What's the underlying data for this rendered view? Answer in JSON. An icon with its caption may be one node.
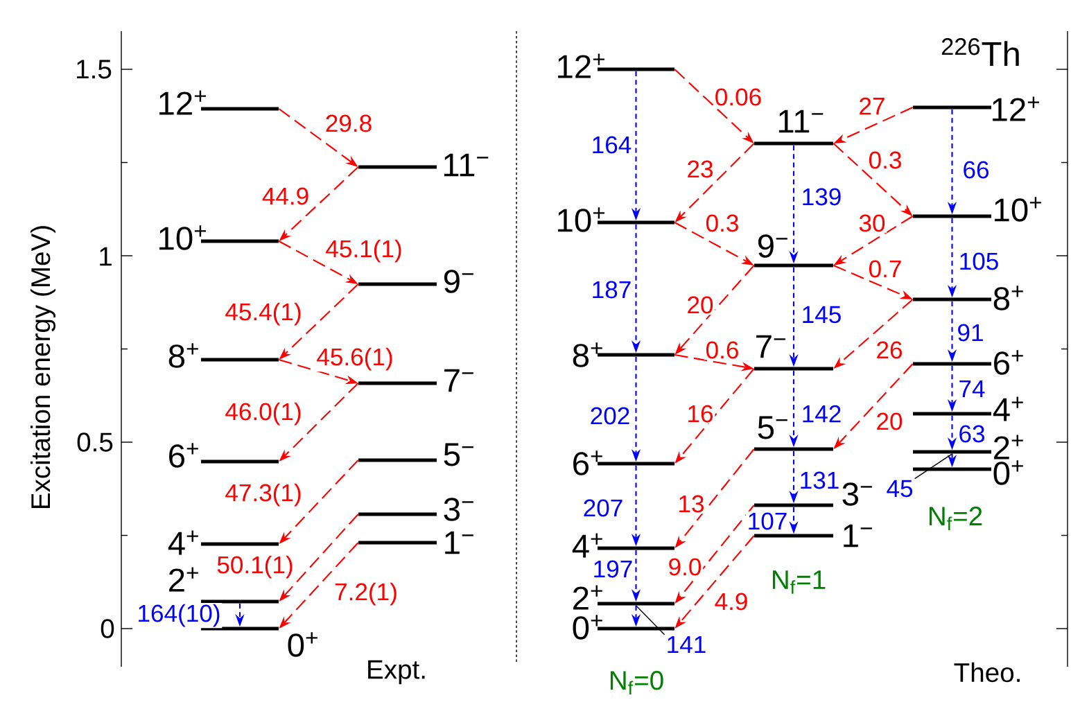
{
  "diagram": {
    "title": "$^{226}$Th",
    "nodes": [
      {
        "text": [
          "12$^{+}$"
        ]
      },
      {
        "text": [
          "11$^{−}$"
        ]
      },
      {
        "text": [
          "10$^{+}$"
        ]
      },
      {
        "text": [
          "9$^{−}$"
        ]
      },
      {
        "text": [
          "8$^{+}$"
        ]
      },
      {
        "text": [
          "7$^{−}$"
        ]
      },
      {
        "text": [
          "6$^{+}$"
        ]
      },
      {
        "text": [
          "5$^{−}$"
        ]
      },
      {
        "text": [
          "4$^{+}$"
        ]
      },
      {
        "text": [
          "3$^{−}$"
        ]
      },
      {
        "text": [
          "2$^{+}$"
        ]
      },
      {
        "text": [
          "1$^{−}$"
        ]
      },
      {
        "text": [
          "0$^{+}$"
        ]
      },
      {
        "text": [
          "12$^{+}$"
        ]
      },
      {
        "text": [
          "10$^{+}$"
        ]
      },
      {
        "text": [
          "8$^{+}$"
        ]
      },
      {
        "text": [
          "6$^{+}$"
        ]
      },
      {
        "text": [
          "4$^{+}$"
        ]
      },
      {
        "text": [
          "2$^{+}$"
        ]
      },
      {
        "text": [
          "0$^{+}$"
        ]
      },
      {
        "text": [
          "11$^{−}$"
        ]
      },
      {
        "text": [
          "9$^{−}$"
        ]
      },
      {
        "text": [
          "7$^{−}$"
        ]
      },
      {
        "text": [
          "5$^{−}$"
        ]
      },
      {
        "text": [
          "3$^{−}$"
        ]
      },
      {
        "text": [
          "1$^{−}$"
        ]
      },
      {
        "text": [
          "12$^{+}$"
        ]
      },
      {
        "text": [
          "10$^{+}$"
        ]
      },
      {
        "text": [
          "8$^{+}$"
        ]
      },
      {
        "text": [
          "6$^{+}$"
        ]
      },
      {
        "text": [
          "4$^{+}$"
        ]
      },
      {
        "text": [
          "2$^{+}$"
        ]
      },
      {
        "text": [
          "0$^{+}$"
        ]
      },
      {
        "text": [
          "141"
        ]
      },
      {
        "text": [
          "45"
        ]
      }
    ],
    "edges": [
      {
        "from": 0,
        "to": 1,
        "arrow": "to",
        "label": "29.8",
        "style": "dashed",
        "color": "#ff0000"
      },
      {
        "from": 1,
        "to": 2,
        "arrow": "to",
        "label": "44.9",
        "style": "dashed",
        "color": "#ff0000"
      },
      {
        "from": 2,
        "to": 3,
        "arrow": "to",
        "label": "45.1(1)",
        "style": "dashed",
        "color": "#ff0000"
      },
      {
        "from": 3,
        "to": 4,
        "arrow": "to",
        "label": "45.4(1)",
        "style": "dashed",
        "color": "#ff0000"
      },
      {
        "from": 4,
        "to": 5,
        "arrow": "to",
        "label": "45.6(1)",
        "style": "dashed",
        "color": "#ff0000"
      },
      {
        "from": 5,
        "to": 6,
        "arrow": "to",
        "label": "46.0(1)",
        "style": "dashed",
        "color": "#ff0000"
      },
      {
        "from": 7,
        "to": 8,
        "arrow": "to",
        "label": "47.3(1)",
        "style": "dashed",
        "color": "#ff0000"
      },
      {
        "from": 9,
        "to": 10,
        "arrow": "to",
        "label": "50.1(1)",
        "style": "dashed",
        "color": "#ff0000"
      },
      {
        "from": 11,
        "to": 12,
        "arrow": "to",
        "label": "7.2(1)",
        "style": "dashed",
        "color": "#ff0000"
      },
      {
        "from": 10,
        "to": 12,
        "arrow": "to",
        "label": "164(10)",
        "style": "dashed",
        "color": "#0000ff"
      },
      {
        "from": 13,
        "to": 20,
        "arrow": "to",
        "label": "0.06",
        "style": "dashed",
        "color": "#ff0000"
      },
      {
        "from": 26,
        "to": 20,
        "arrow": "to",
        "label": "27",
        "style": "dashed",
        "color": "#ff0000"
      },
      {
        "from": 20,
        "to": 14,
        "arrow": "to",
        "label": "23",
        "style": "dashed",
        "color": "#ff0000"
      },
      {
        "from": 20,
        "to": 27,
        "arrow": "to",
        "label": "0.3",
        "style": "dashed",
        "color": "#ff0000"
      },
      {
        "from": 14,
        "to": 21,
        "arrow": "to",
        "label": "0.3",
        "style": "dashed",
        "color": "#ff0000"
      },
      {
        "from": 27,
        "to": 21,
        "arrow": "to",
        "label": "30",
        "style": "dashed",
        "color": "#ff0000"
      },
      {
        "from": 21,
        "to": 15,
        "arrow": "to",
        "label": "20",
        "style": "dashed",
        "color": "#ff0000"
      },
      {
        "from": 21,
        "to": 28,
        "arrow": "to",
        "label": "0.7",
        "style": "dashed",
        "color": "#ff0000"
      },
      {
        "from": 15,
        "to": 22,
        "arrow": "to",
        "label": "0.6",
        "style": "dashed",
        "color": "#ff0000"
      },
      {
        "from": 28,
        "to": 22,
        "arrow": "to",
        "label": "26",
        "style": "dashed",
        "color": "#ff0000"
      },
      {
        "from": 22,
        "to": 16,
        "arrow": "to",
        "label": "16",
        "style": "dashed",
        "color": "#ff0000"
      },
      {
        "from": 29,
        "to": 23,
        "arrow": "to",
        "label": "20",
        "style": "dashed",
        "color": "#ff0000"
      },
      {
        "from": 23,
        "to": 17,
        "arrow": "to",
        "label": "13",
        "style": "dashed",
        "color": "#ff0000"
      },
      {
        "from": 24,
        "to": 18,
        "arrow": "to",
        "label": "9.0",
        "style": "dashed",
        "color": "#ff0000"
      },
      {
        "from": 25,
        "to": 19,
        "arrow": "to",
        "label": "4.9",
        "style": "dashed",
        "color": "#ff0000"
      },
      {
        "from": 13,
        "to": 14,
        "arrow": "to",
        "label": "164",
        "style": "dashed",
        "color": "#0000ff"
      },
      {
        "from": 14,
        "to": 15,
        "arrow": "to",
        "label": "187",
        "style": "dashed",
        "color": "#0000ff"
      },
      {
        "from": 15,
        "to": 16,
        "arrow": "to",
        "label": "202",
        "style": "dashed",
        "color": "#0000ff"
      },
      {
        "from": 16,
        "to": 17,
        "arrow": "to",
        "label": "207",
        "style": "dashed",
        "color": "#0000ff"
      },
      {
        "from": 17,
        "to": 18,
        "arrow": "to",
        "label": "197",
        "style": "dashed",
        "color": "#0000ff"
      },
      {
        "from": 18,
        "to": 19,
        "arrow": "to",
        "style": "dashed",
        "color": "#0000ff"
      },
      {
        "from": 20,
        "to": 21,
        "arrow": "to",
        "label": "139",
        "style": "dashed",
        "color": "#0000ff"
      },
      {
        "from": 21,
        "to": 22,
        "arrow": "to",
        "label": "145",
        "style": "dashed",
        "color": "#0000ff"
      },
      {
        "from": 22,
        "to": 23,
        "arrow": "to",
        "label": "142",
        "style": "dashed",
        "color": "#0000ff"
      },
      {
        "from": 23,
        "to": 24,
        "arrow": "to",
        "label": "131",
        "style": "dashed",
        "color": "#0000ff"
      },
      {
        "from": 24,
        "to": 25,
        "arrow": "to",
        "label": "107",
        "style": "dashed",
        "color": "#0000ff"
      },
      {
        "from": 26,
        "to": 27,
        "arrow": "to",
        "label": "66",
        "style": "dashed",
        "color": "#0000ff"
      },
      {
        "from": 27,
        "to": 28,
        "arrow": "to",
        "label": "105",
        "style": "dashed",
        "color": "#0000ff"
      },
      {
        "from": 28,
        "to": 29,
        "arrow": "to",
        "label": "91",
        "style": "dashed",
        "color": "#0000ff"
      },
      {
        "from": 29,
        "to": 30,
        "arrow": "to",
        "label": "74",
        "style": "dashed",
        "color": "#0000ff"
      },
      {
        "from": 30,
        "to": 31,
        "arrow": "to",
        "label": "63",
        "style": "dashed",
        "color": "#0000ff"
      },
      {
        "from": 31,
        "to": 32,
        "arrow": "to",
        "style": "dashed",
        "color": "#0000ff"
      },
      {
        "from": 33,
        "to": 18,
        "arrow": "none",
        "color": "#000000"
      },
      {
        "from": 34,
        "to": 31,
        "arrow": "none",
        "color": "#000000"
      }
    ],
    "labels": [
      "1.5",
      "1",
      "0.5",
      "0",
      "Excitation energy (MeV)",
      "N$_{f}$=2",
      "N$_{f}$=1",
      "Expt.",
      "Theo.",
      "N$_{f}$=0"
    ]
  }
}
